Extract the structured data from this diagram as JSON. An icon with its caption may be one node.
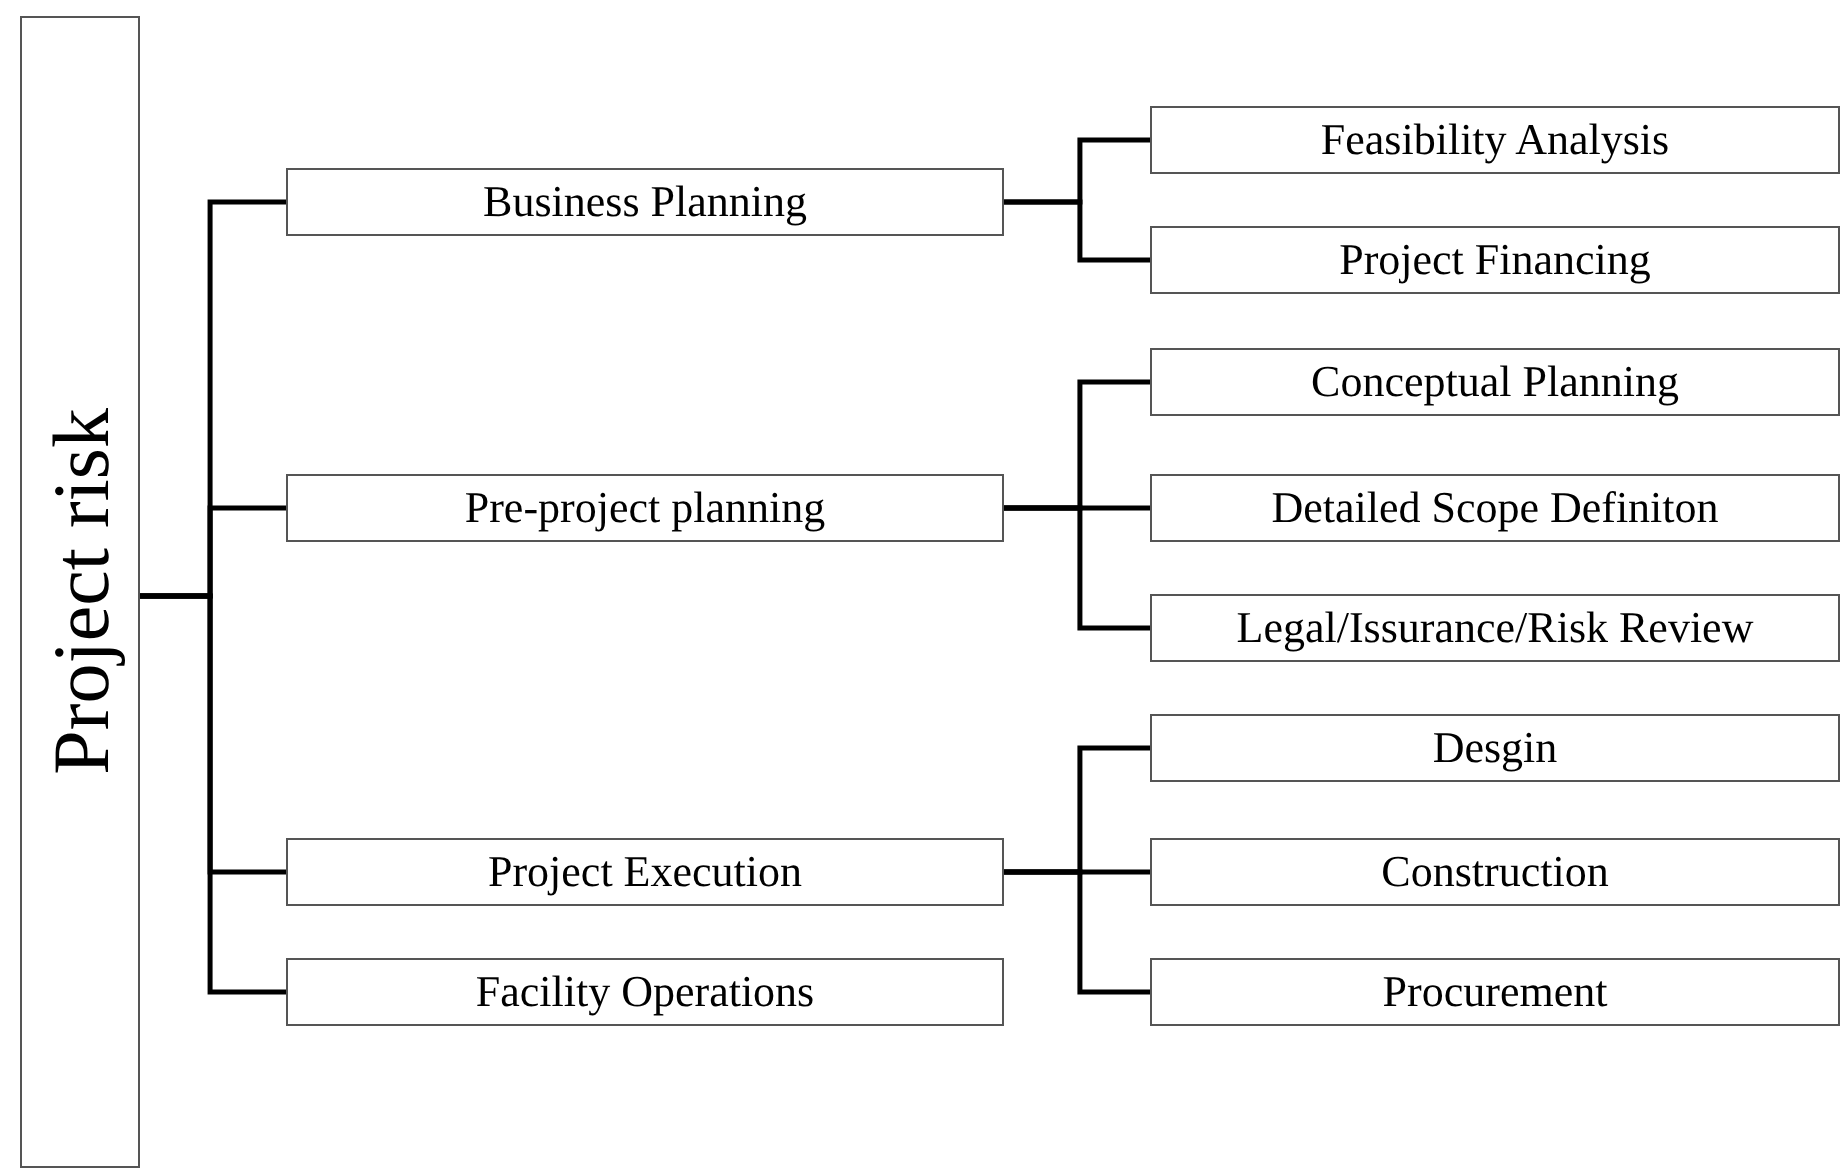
{
  "diagram": {
    "nodes": [
      {
        "text": [
          "Project risk"
        ]
      },
      {
        "text": [
          "Business Planning"
        ]
      },
      {
        "text": [
          "Pre-project planning"
        ]
      },
      {
        "text": [
          "Project Execution"
        ]
      },
      {
        "text": [
          "Facility Operations"
        ]
      },
      {
        "text": [
          "Feasibility Analysis"
        ]
      },
      {
        "text": [
          "Project Financing"
        ]
      },
      {
        "text": [
          "Conceptual Planning"
        ]
      },
      {
        "text": [
          "Detailed Scope Definiton"
        ]
      },
      {
        "text": [
          "Legal/Issurance/Risk Review"
        ]
      },
      {
        "text": [
          "Desgin"
        ]
      },
      {
        "text": [
          "Construction"
        ]
      },
      {
        "text": [
          "Procurement"
        ]
      }
    ],
    "edges": [
      {
        "from": 0,
        "to": 1,
        "arrow": "none"
      },
      {
        "from": 0,
        "to": 2,
        "arrow": "none"
      },
      {
        "from": 0,
        "to": 3,
        "arrow": "none"
      },
      {
        "from": 0,
        "to": 4,
        "arrow": "none"
      },
      {
        "from": 1,
        "to": 5,
        "arrow": "none"
      },
      {
        "from": 1,
        "to": 6,
        "arrow": "none"
      },
      {
        "from": 2,
        "to": 7,
        "arrow": "none"
      },
      {
        "from": 2,
        "to": 8,
        "arrow": "none"
      },
      {
        "from": 2,
        "to": 9,
        "arrow": "none"
      },
      {
        "from": 3,
        "to": 10,
        "arrow": "none"
      },
      {
        "from": 3,
        "to": 11,
        "arrow": "none"
      },
      {
        "from": 3,
        "to": 12,
        "arrow": "none"
      }
    ]
  }
}
